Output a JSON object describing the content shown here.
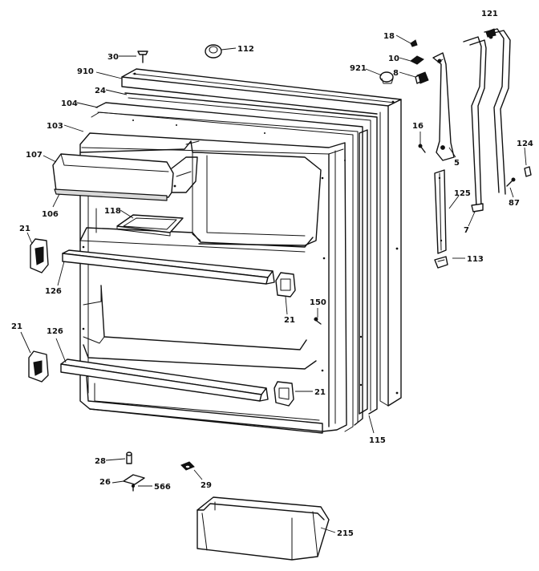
{
  "diagram": {
    "labels": {
      "p121": "121",
      "p18": "18",
      "p30": "30",
      "p112": "112",
      "p10": "10",
      "p910": "910",
      "p921": "921",
      "p8": "8",
      "p24": "24",
      "p104": "104",
      "p103": "103",
      "p16": "16",
      "p107": "107",
      "p5": "5",
      "p124": "124",
      "p118": "118",
      "p106": "106",
      "p125": "125",
      "p87": "87",
      "p7": "7",
      "p21_left_top": "21",
      "p113": "113",
      "p126_top": "126",
      "p21_center": "21",
      "p150": "150",
      "p21_left_bottom": "21",
      "p126_bottom": "126",
      "p21_bottom": "21",
      "p115": "115",
      "p28": "28",
      "p26": "26",
      "p566": "566",
      "p29": "29",
      "p215": "215"
    }
  }
}
